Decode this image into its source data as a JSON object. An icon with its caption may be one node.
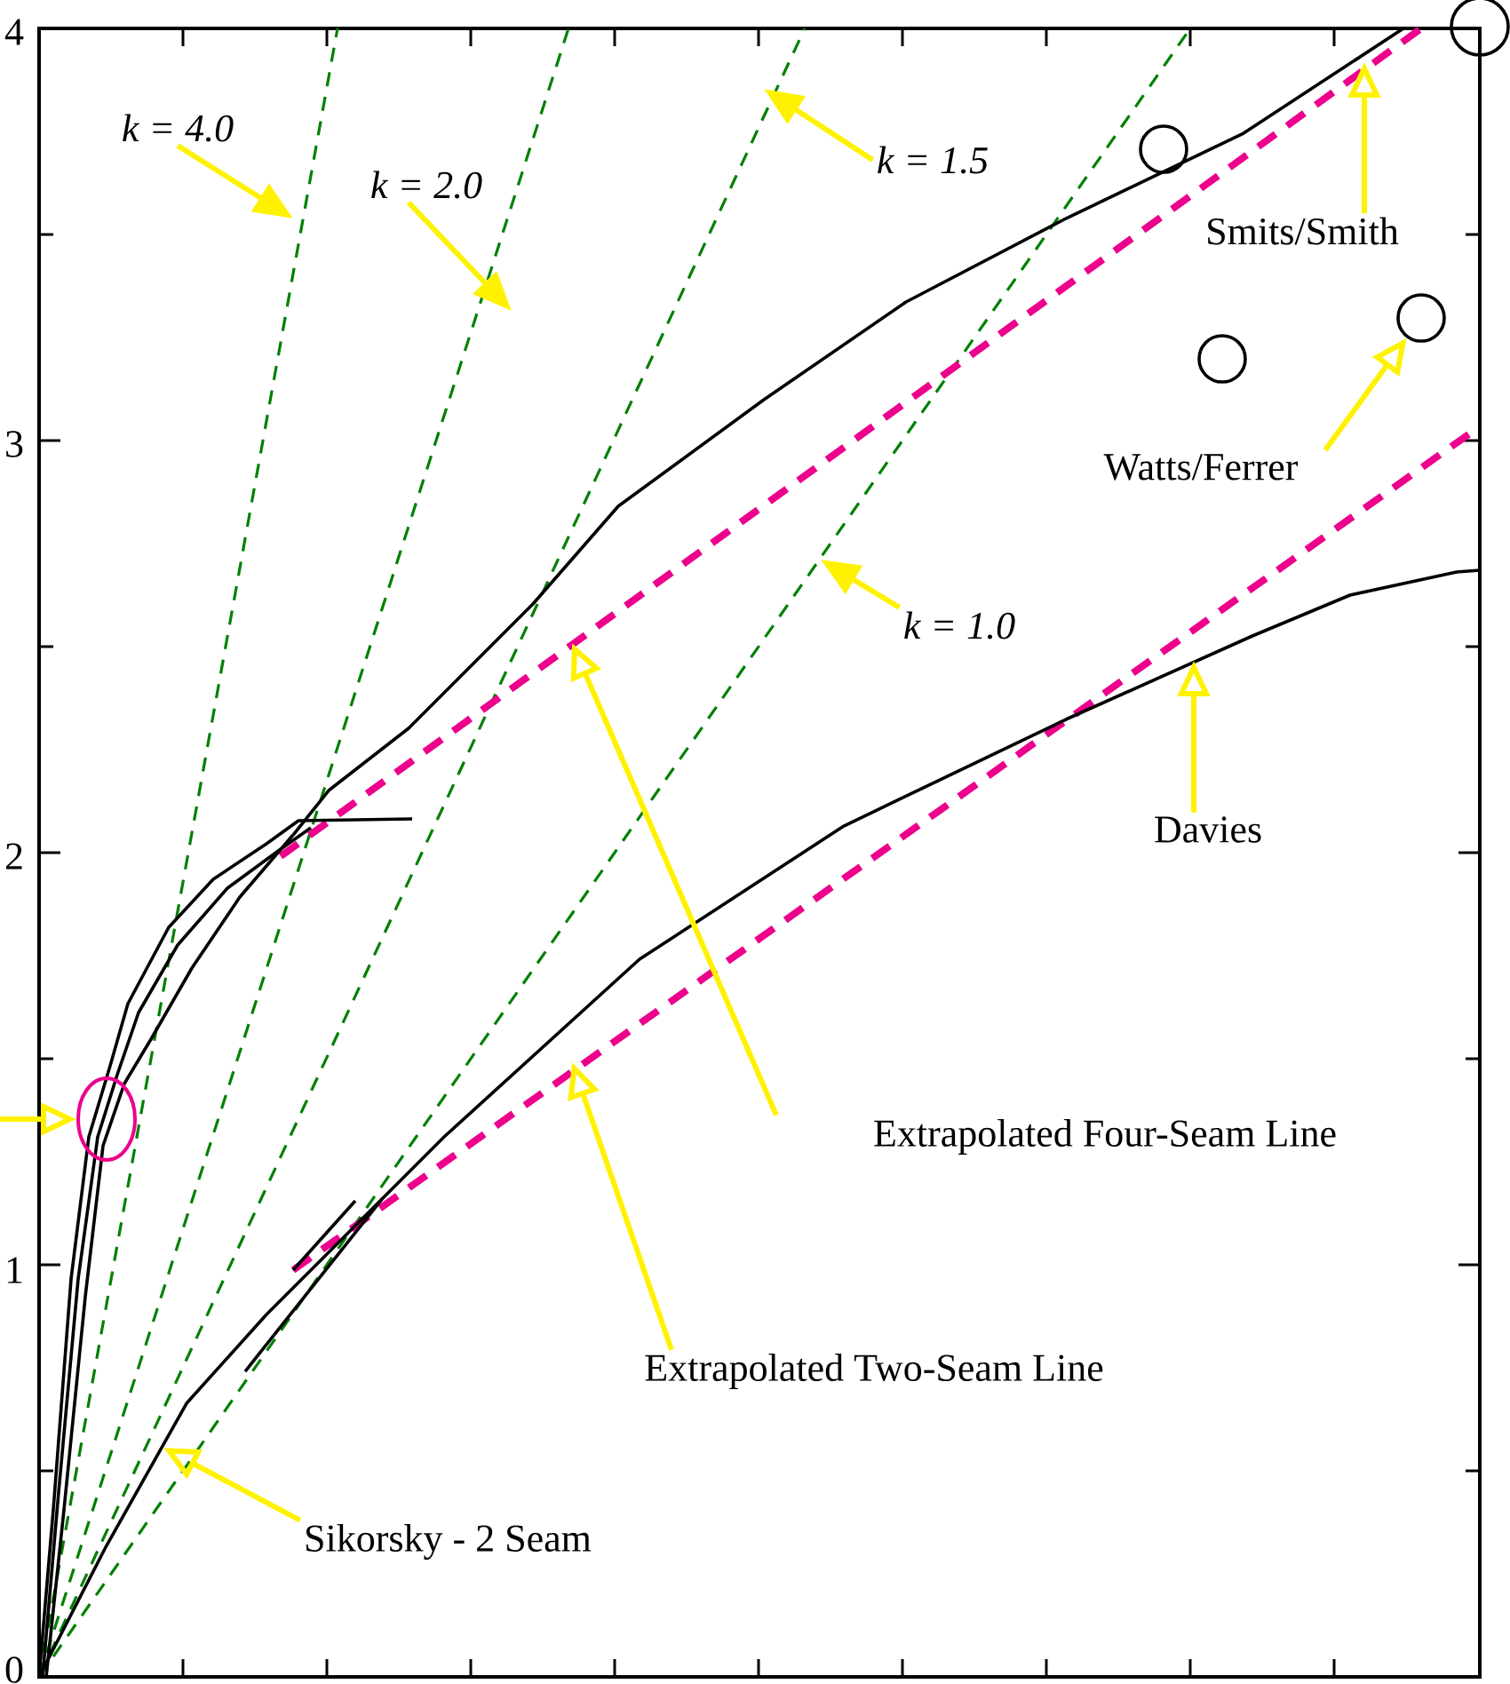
{
  "diagram": {
    "nodes": [
      {
        "text": [
          "k = 4.0"
        ]
      },
      {
        "text": [
          "k = 2.0"
        ]
      },
      {
        "text": [
          "k = 1.5"
        ]
      },
      {
        "text": [
          "k = 1.0"
        ]
      },
      {
        "text": [
          "Smits/Smith"
        ]
      },
      {
        "text": [
          "Watts/Ferrer"
        ]
      },
      {
        "text": [
          "Davies"
        ]
      },
      {
        "text": [
          "Extrapolated Four-Seam Line"
        ]
      },
      {
        "text": [
          "Extrapolated Two-Seam Line"
        ]
      },
      {
        "text": [
          "Sikorsky - 2 Seam"
        ]
      },
      {
        "text": [],
        "shape": "circle"
      },
      {
        "text": [],
        "shape": "circle"
      }
    ],
    "edges": [
      {
        "from": 0,
        "to": null,
        "arrow": "to"
      },
      {
        "from": 1,
        "to": null,
        "arrow": "to"
      },
      {
        "from": 2,
        "to": null,
        "arrow": "to"
      },
      {
        "from": 3,
        "to": null,
        "arrow": "to"
      },
      {
        "from": 4,
        "to": null,
        "arrow": "to"
      },
      {
        "from": 5,
        "to": 10,
        "arrow": "to"
      },
      {
        "from": 6,
        "to": null,
        "arrow": "to"
      },
      {
        "from": 7,
        "to": null,
        "arrow": "to"
      },
      {
        "from": 8,
        "to": null,
        "arrow": "to"
      },
      {
        "from": 9,
        "to": null,
        "arrow": "to"
      },
      {
        "from": null,
        "to": 11,
        "arrow": "to"
      }
    ],
    "labels": [
      "4",
      "3",
      "2",
      "1",
      "0"
    ]
  }
}
